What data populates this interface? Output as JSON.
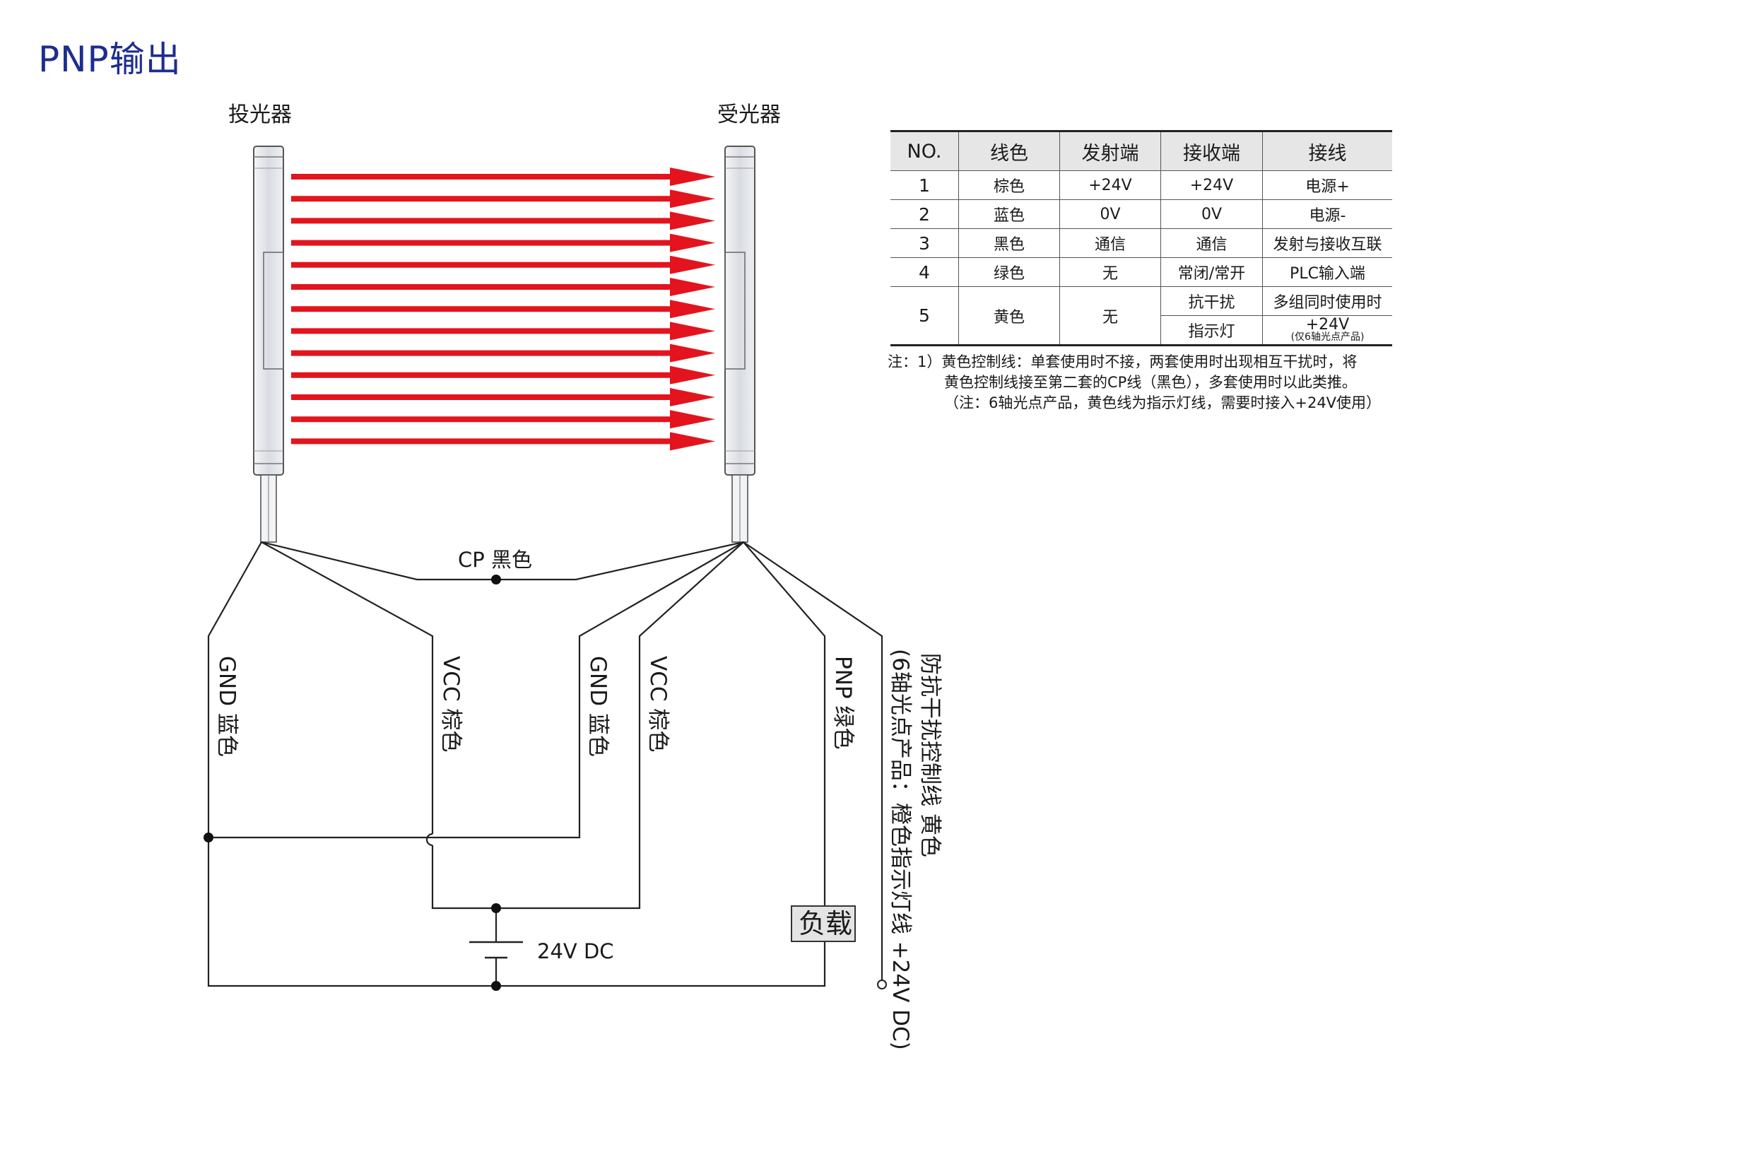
{
  "title": "PNP输出",
  "emitter_label": "投光器",
  "receiver_label": "受光器",
  "wires": {
    "cp": "CP 黑色",
    "gnd_left": "GND 蓝色",
    "vcc_left": "VCC 棕色",
    "gnd_right": "GND 蓝色",
    "vcc_right": "VCC 棕色",
    "pnp": "PNP 绿色",
    "yellow_line1": "防抗干扰控制线  黄色",
    "yellow_line2": "(6轴光点产品：橙色指示灯线 +24V DC)"
  },
  "power": "24V DC",
  "load": "负载",
  "colors": {
    "beam": "#e3141e",
    "title": "#1d2d8f"
  },
  "table": {
    "headers": [
      "NO.",
      "线色",
      "发射端",
      "接收端",
      "接线"
    ],
    "rows": [
      [
        "1",
        "棕色",
        "+24V",
        "+24V",
        "电源+"
      ],
      [
        "2",
        "蓝色",
        "0V",
        "0V",
        "电源-"
      ],
      [
        "3",
        "黑色",
        "通信",
        "通信",
        "发射与接收互联"
      ],
      [
        "4",
        "绿色",
        "无",
        "常闭/常开",
        "PLC输入端"
      ]
    ],
    "row5": {
      "no": "5",
      "color": "黄色",
      "emit": "无",
      "recv1": "抗干扰",
      "conn1": "多组同时使用时",
      "recv2": "指示灯",
      "conn2": "+24V",
      "conn2_small": "(仅6轴光点产品)"
    }
  },
  "notes": {
    "line1": "注：1）黄色控制线：单套使用时不接，两套使用时出现相互干扰时，将",
    "line2": "黄色控制线接至第二套的CP线（黑色），多套使用时以此类推。",
    "line3": "（注：6轴光点产品，黄色线为指示灯线，需要时接入+24V使用）"
  }
}
